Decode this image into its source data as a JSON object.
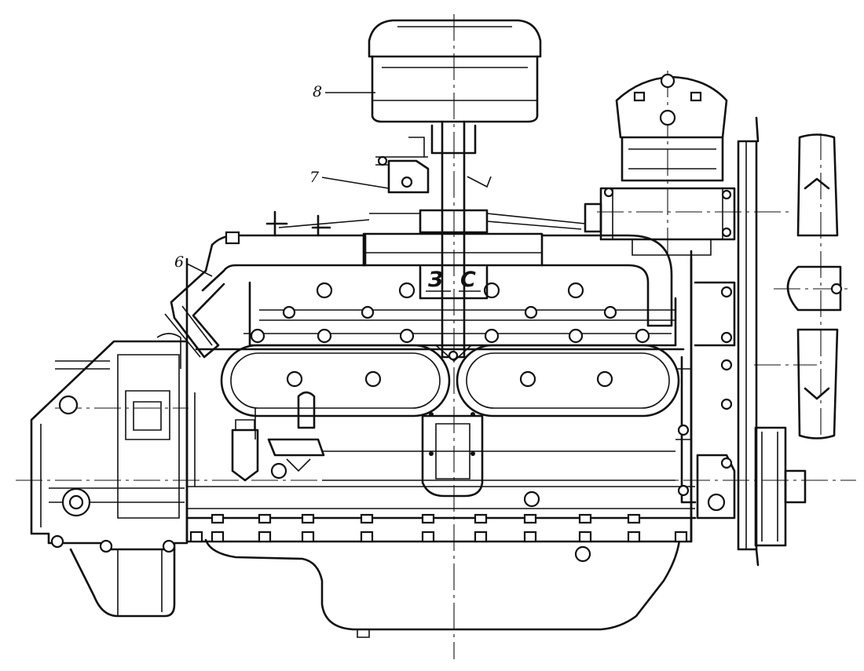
{
  "figure": {
    "callouts": [
      {
        "id": "6",
        "label": "6"
      },
      {
        "id": "7",
        "label": "7"
      },
      {
        "id": "8",
        "label": "8"
      }
    ],
    "manifold_marking": {
      "left": "З",
      "right": "С"
    }
  }
}
